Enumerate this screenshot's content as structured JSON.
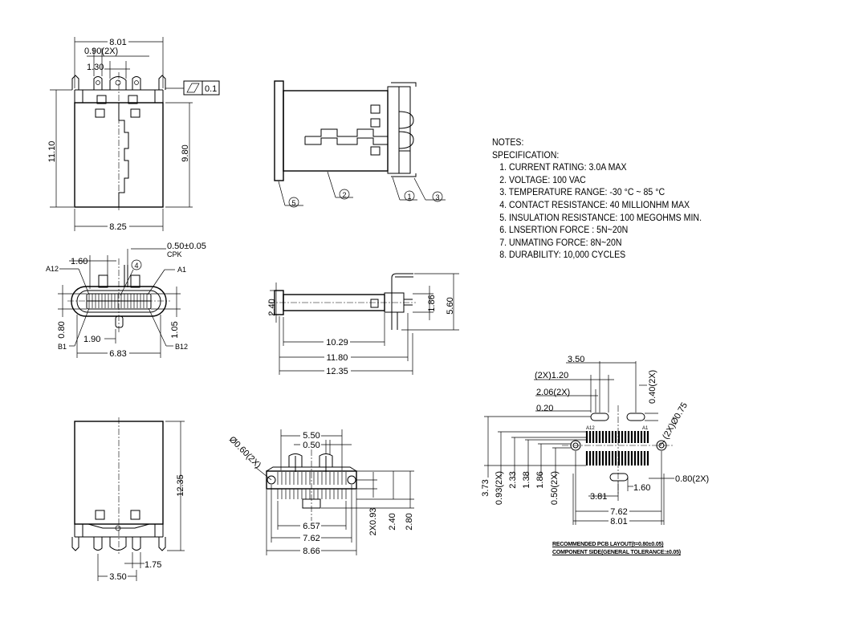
{
  "notes": {
    "heading1": "NOTES:",
    "heading2": "SPECIFICATION:",
    "items": [
      "1. CURRENT RATING: 3.0A MAX",
      "2. VOLTAGE: 100 VAC",
      "3. TEMPERATURE RANGE: -30 °C ~ 85 °C",
      "4. CONTACT RESISTANCE: 40 MILLIONHM MAX",
      "5. INSULATION RESISTANCE: 100 MEGOHMS MIN.",
      "6. LNSERTION FORCE : 5N~20N",
      "7. UNMATING FORCE: 8N~20N",
      "8. DURABILITY:   10,000 CYCLES"
    ]
  },
  "top_view": {
    "w_801": "8.01",
    "p_090": "0.90(2X)",
    "p_130": "1.30",
    "tol": "0.1",
    "h_1110": "11.10",
    "h_980": "9.80",
    "w_825": "8.25"
  },
  "side_view": {
    "b5": "5",
    "b2": "2",
    "b1": "1",
    "b3": "3"
  },
  "front_view": {
    "d160": "1.60",
    "d050": "0.50±0.05",
    "cpk": "CPK",
    "b4": "4",
    "a12": "A12",
    "a1": "A1",
    "d080": "0.80",
    "d105": "1.05",
    "b1": "B1",
    "d190": "1.90",
    "b12": "B12",
    "d683": "6.83"
  },
  "side_view2": {
    "d240": "2.40",
    "d186": "1.86",
    "d560": "5.60",
    "d1029": "10.29",
    "d1180": "11.80",
    "d1235": "12.35"
  },
  "bottom_view": {
    "d1235": "12.35",
    "d175": "1.75",
    "d350": "3.50"
  },
  "rear_view": {
    "d550": "5.50",
    "d050": "0.50",
    "d060": "Ø0.60(2X)",
    "d657": "6.57",
    "d762": "7.62",
    "d866": "8.66",
    "d093": "2X0.93",
    "d240": "2.40",
    "d280": "2.80"
  },
  "pcb": {
    "d350": "3.50",
    "d120": "(2X)1.20",
    "d040": "0.40(2X)",
    "d206": "2.06(2X)",
    "d075": "(2X)Ø0.75",
    "d020": "0.20",
    "d373": "3.73",
    "d093": "0.93(2X)",
    "d233": "2.33",
    "d138": "1.38",
    "d186": "1.86",
    "d050": "0.50(2X)",
    "d381": "3.81",
    "d160": "1.60",
    "d080": "0.80(2X)",
    "d762": "7.62",
    "d801": "8.01",
    "note1": "RECOMMENDED PCB LAYOUT(t=0.80±0.05)",
    "note2": "COMPONENT SIDE(GENERAL TOLERANCE:±0.05)"
  }
}
